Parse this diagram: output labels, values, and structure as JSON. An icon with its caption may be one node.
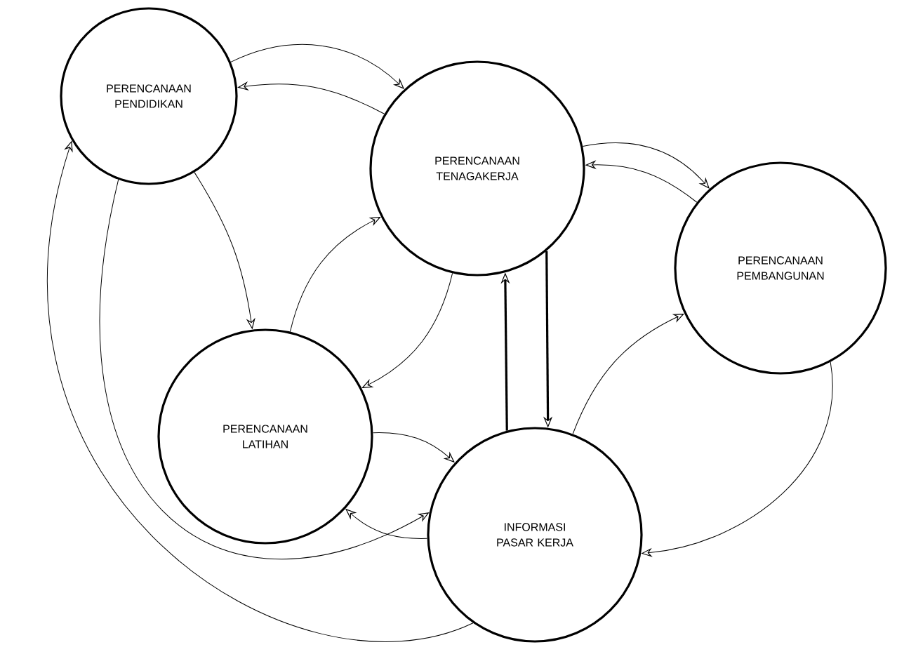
{
  "diagram": {
    "nodes": [
      {
        "text": [
          "PERENCANAAN PENDIDIKAN"
        ]
      },
      {
        "text": [
          "PERENCANAAN TENAGAKERJA"
        ]
      },
      {
        "text": [
          "PERENCANAAN PEMBANGUNAN"
        ]
      },
      {
        "text": [
          "PERENCANAAN LATIHAN"
        ]
      },
      {
        "text": [
          "INFORMASI PASAR KERJA"
        ]
      }
    ],
    "edges": [
      {
        "from": 0,
        "to": 1,
        "arrow": "to"
      },
      {
        "from": 1,
        "to": 0,
        "arrow": "to"
      },
      {
        "from": 0,
        "to": 3,
        "arrow": "to"
      },
      {
        "from": 3,
        "to": 1,
        "arrow": "to"
      },
      {
        "from": 1,
        "to": 3,
        "arrow": "to"
      },
      {
        "from": 1,
        "to": 2,
        "arrow": "to"
      },
      {
        "from": 2,
        "to": 1,
        "arrow": "to"
      },
      {
        "from": 1,
        "to": 4,
        "arrow": "to",
        "style": "thick"
      },
      {
        "from": 4,
        "to": 1,
        "arrow": "to",
        "style": "thick"
      },
      {
        "from": 3,
        "to": 4,
        "arrow": "to"
      },
      {
        "from": 4,
        "to": 3,
        "arrow": "to"
      },
      {
        "from": 4,
        "to": 2,
        "arrow": "to"
      },
      {
        "from": 2,
        "to": 4,
        "arrow": "to"
      },
      {
        "from": 0,
        "to": 4,
        "arrow": "to"
      },
      {
        "from": 4,
        "to": 0,
        "arrow": "to"
      }
    ]
  }
}
